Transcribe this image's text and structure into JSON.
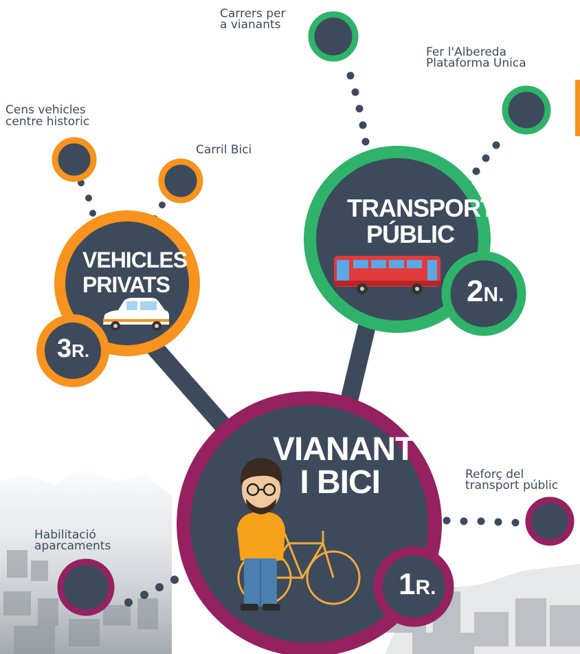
{
  "colors": {
    "navy": "#3d4a5c",
    "orange": "#f7931e",
    "green": "#2fb36a",
    "magenta": "#962160"
  },
  "hubs": {
    "walk_bike": {
      "title_lines": [
        "VIANANT",
        "I BICI"
      ],
      "rank_num": "1",
      "rank_suffix": "R.",
      "icon": "cyclist-with-bicycle-icon"
    },
    "public_transport": {
      "title_lines": [
        "TRANSPORT",
        "PÚBLIC"
      ],
      "rank_num": "2",
      "rank_suffix": "N.",
      "icon": "red-bus-icon"
    },
    "private_vehicles": {
      "title_lines": [
        "VEHICLES",
        "PRIVATS"
      ],
      "rank_num": "3",
      "rank_suffix": "R.",
      "icon": "white-car-icon"
    }
  },
  "satellites": {
    "census": [
      "Cens vehicles",
      "centre historic"
    ],
    "bike_lane": [
      "Carril Bici"
    ],
    "pedestrian_streets": [
      "Carrers per",
      "a vianants"
    ],
    "alameda": [
      "Fer l'Albereda",
      "Plataforma Unica"
    ],
    "reinforce_transport": [
      "Reforç del",
      "transport públic"
    ],
    "parking": [
      "Habilitació",
      "aparcaments"
    ]
  }
}
